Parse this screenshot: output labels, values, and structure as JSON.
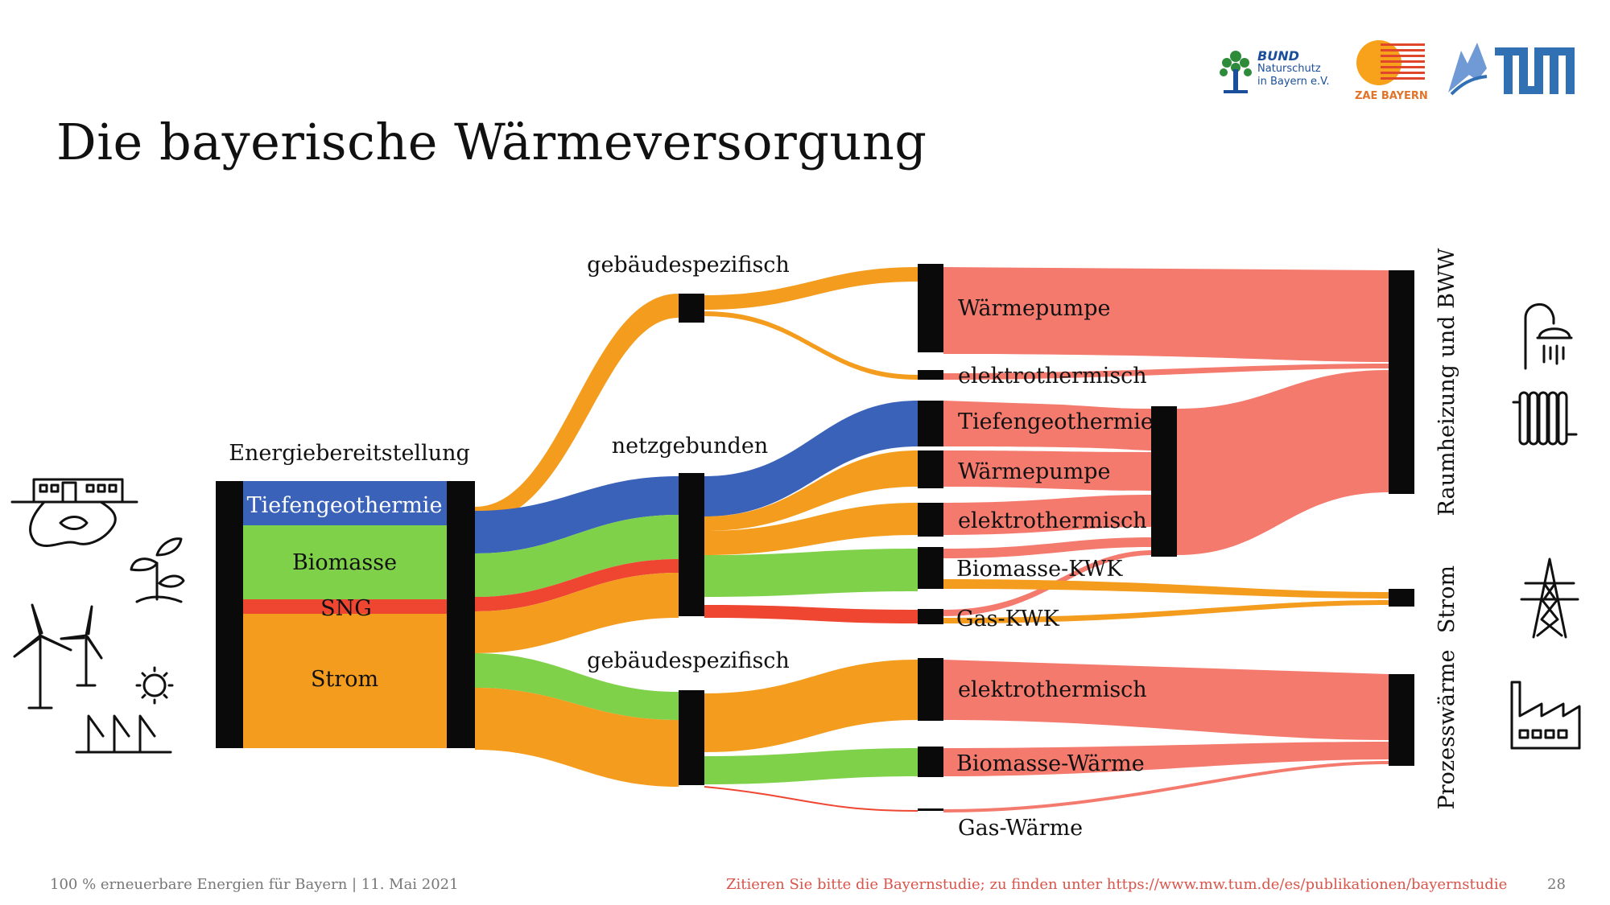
{
  "title": "Die bayerische Wärmeversorgung",
  "logos": {
    "bund_line1": "BUND",
    "bund_line2": "Naturschutz",
    "bund_line3": "in Bayern e.V.",
    "zae": "ZAE BAYERN"
  },
  "labels": {
    "source_header": "Energiebereitstellung",
    "src_tiefen": "Tiefengeothermie",
    "src_biomasse": "Biomasse",
    "src_sng": "SNG",
    "src_strom": "Strom",
    "mid_geb_top": "gebäudespezifisch",
    "mid_netz": "netzgebunden",
    "mid_geb_bot": "gebäudespezifisch",
    "tech_wp1": "Wärmepumpe",
    "tech_et1": "elektrothermisch",
    "tech_tg": "Tiefengeothermie",
    "tech_wp2": "Wärmepumpe",
    "tech_et2": "elektrothermisch",
    "tech_bkwk": "Biomasse-KWK",
    "tech_gkwk": "Gas-KWK",
    "tech_et3": "elektrothermisch",
    "tech_bw": "Biomasse-Wärme",
    "tech_gw": "Gas-Wärme",
    "sink_raum": "Raumheizung und BWW",
    "sink_strom": "Strom",
    "sink_prozess": "Prozesswärme"
  },
  "colors": {
    "tiefengeothermie": "#3a62b8",
    "biomasse": "#7fd14a",
    "sng": "#ef4632",
    "strom": "#f49c1e",
    "heat": "#f47a6e",
    "node": "#0a0a0a"
  },
  "footer": {
    "left": "100 % erneuerbare Energien für Bayern  |  11. Mai 2021",
    "citation": "Zitieren Sie bitte die Bayernstudie; zu finden unter https://www.mw.tum.de/es/publikationen/bayernstudie",
    "page": "28"
  }
}
